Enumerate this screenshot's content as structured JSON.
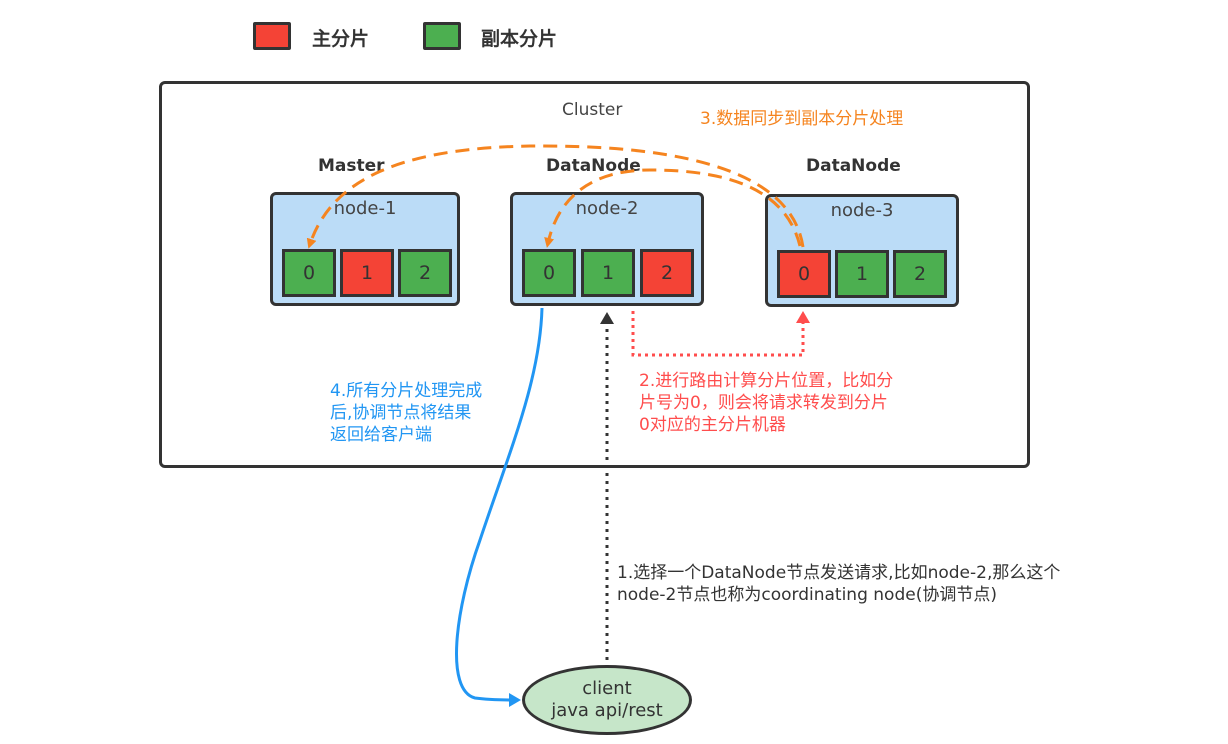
{
  "legend": [
    {
      "label": "主分片",
      "color": "#f44336",
      "meaning": "primary-shard"
    },
    {
      "label": "副本分片",
      "color": "#4caf50",
      "meaning": "replica-shard"
    }
  ],
  "colors": {
    "primary": "#f44336",
    "replica": "#4caf50",
    "node_fill": "#bbdcf7",
    "client_fill": "#c6e6c9",
    "step1": "#333333",
    "step2": "#ff4d4d",
    "step3": "#f5841f",
    "step4": "#2196f3"
  },
  "cluster": {
    "title": "Cluster",
    "nodes": [
      {
        "role": "Master",
        "name": "node-1",
        "shards": [
          {
            "id": "0",
            "type": "replica"
          },
          {
            "id": "1",
            "type": "primary"
          },
          {
            "id": "2",
            "type": "replica"
          }
        ]
      },
      {
        "role": "DataNode",
        "name": "node-2",
        "shards": [
          {
            "id": "0",
            "type": "replica"
          },
          {
            "id": "1",
            "type": "replica"
          },
          {
            "id": "2",
            "type": "primary"
          }
        ]
      },
      {
        "role": "DataNode",
        "name": "node-3",
        "shards": [
          {
            "id": "0",
            "type": "primary"
          },
          {
            "id": "1",
            "type": "replica"
          },
          {
            "id": "2",
            "type": "replica"
          }
        ]
      }
    ]
  },
  "steps": {
    "step1": [
      "1.选择一个DataNode节点发送请求,比如node-2,那么这个",
      "node-2节点也称为coordinating node(协调节点)"
    ],
    "step2": [
      "2.进行路由计算分片位置，比如分",
      "片号为0，则会将请求转发到分片",
      "0对应的主分片机器"
    ],
    "step3": [
      "3.数据同步到副本分片处理"
    ],
    "step4": [
      "4.所有分片处理完成",
      "后,协调节点将结果",
      "返回给客户端"
    ]
  },
  "client": {
    "line1": "client",
    "line2": "java api/rest"
  }
}
